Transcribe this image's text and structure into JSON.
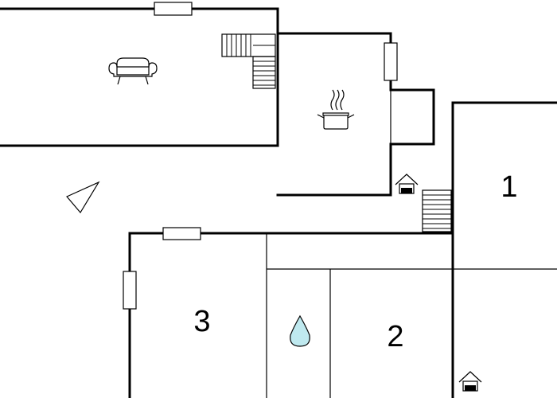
{
  "plan": {
    "rooms": [
      {
        "id": "bedroom-1",
        "label": "1"
      },
      {
        "id": "bedroom-2",
        "label": "2"
      },
      {
        "id": "bedroom-3",
        "label": "3"
      }
    ],
    "icons": {
      "living": "sofa-icon",
      "kitchen": "cooking-pot-icon",
      "bathroom": "water-drop-icon",
      "entrance": "house-entrance-icon",
      "terrace": "triangle-marker-icon",
      "stairs": "stairs-icon"
    },
    "colors": {
      "walls": "#000000",
      "water": "#bfe9ef"
    }
  }
}
